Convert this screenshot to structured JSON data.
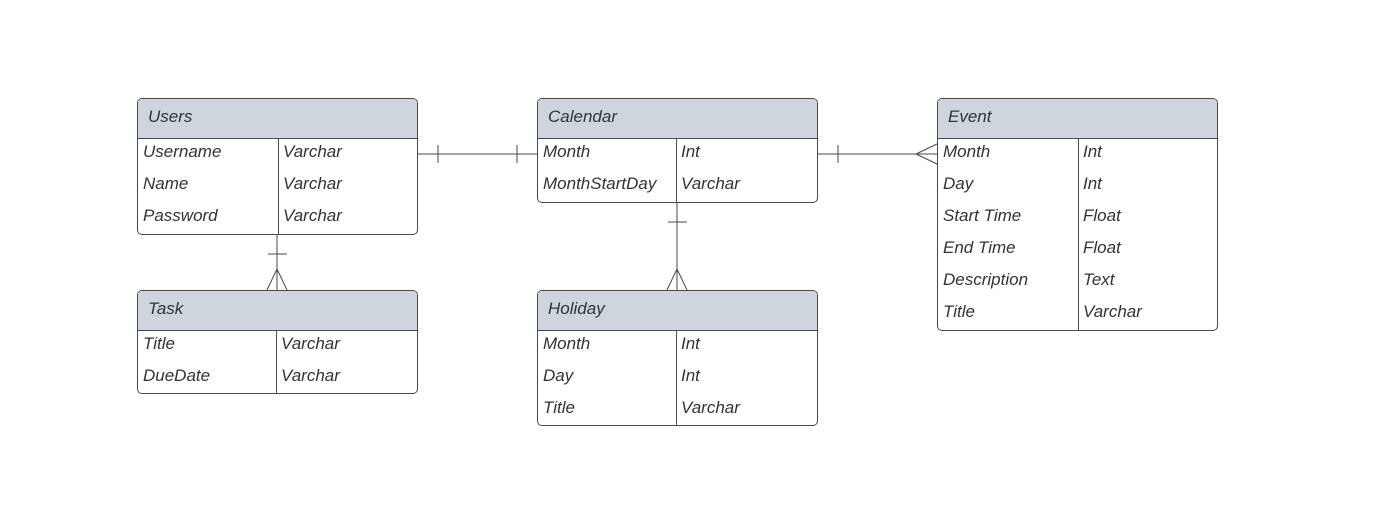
{
  "entities": [
    {
      "id": "users",
      "title": "Users",
      "fields": [
        {
          "name": "Username",
          "type": "Varchar"
        },
        {
          "name": "Name",
          "type": "Varchar"
        },
        {
          "name": "Password",
          "type": "Varchar"
        }
      ]
    },
    {
      "id": "calendar",
      "title": "Calendar",
      "fields": [
        {
          "name": "Month",
          "type": "Int"
        },
        {
          "name": "MonthStartDay",
          "type": "Varchar"
        }
      ]
    },
    {
      "id": "event",
      "title": "Event",
      "fields": [
        {
          "name": "Month",
          "type": "Int"
        },
        {
          "name": "Day",
          "type": "Int"
        },
        {
          "name": "Start Time",
          "type": "Float"
        },
        {
          "name": "End Time",
          "type": "Float"
        },
        {
          "name": "Description",
          "type": "Text"
        },
        {
          "name": "Title",
          "type": "Varchar"
        }
      ]
    },
    {
      "id": "task",
      "title": "Task",
      "fields": [
        {
          "name": "Title",
          "type": "Varchar"
        },
        {
          "name": "DueDate",
          "type": "Varchar"
        }
      ]
    },
    {
      "id": "holiday",
      "title": "Holiday",
      "fields": [
        {
          "name": "Month",
          "type": "Int"
        },
        {
          "name": "Day",
          "type": "Int"
        },
        {
          "name": "Title",
          "type": "Varchar"
        }
      ]
    }
  ],
  "relationships": [
    {
      "from": "users",
      "to": "calendar",
      "from_cardinality": "one",
      "to_cardinality": "one"
    },
    {
      "from": "calendar",
      "to": "event",
      "from_cardinality": "one",
      "to_cardinality": "many"
    },
    {
      "from": "users",
      "to": "task",
      "from_cardinality": "one",
      "to_cardinality": "many"
    },
    {
      "from": "calendar",
      "to": "holiday",
      "from_cardinality": "one",
      "to_cardinality": "many"
    }
  ],
  "colors": {
    "header_fill": "#cfd5dd",
    "border": "#4a4a4a",
    "text": "#333333",
    "background": "#ffffff"
  }
}
